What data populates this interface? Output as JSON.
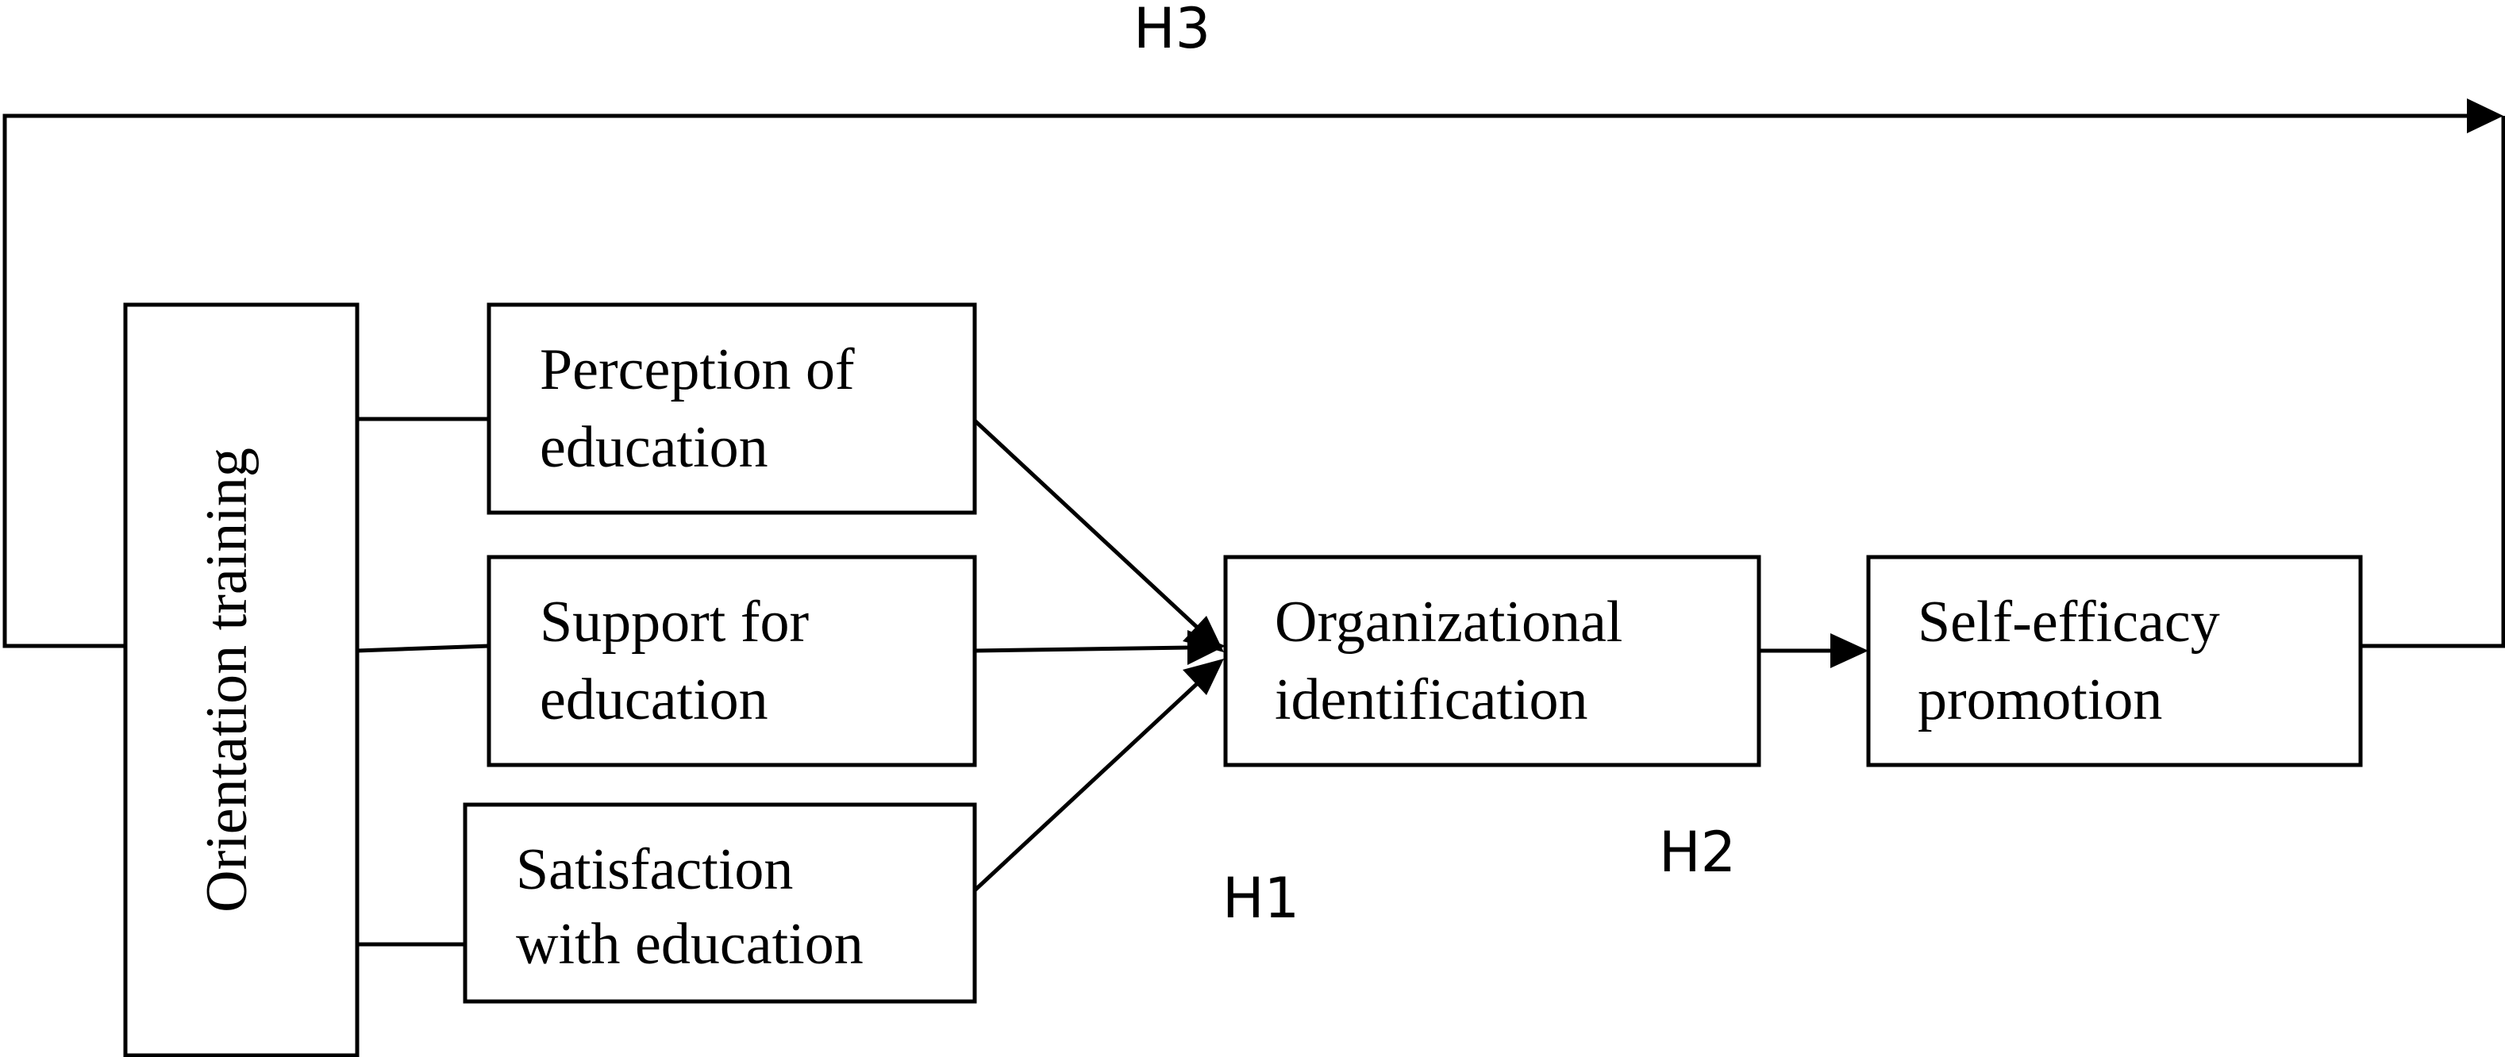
{
  "diagram": {
    "nodes": {
      "orientation": {
        "label": "Orientation training"
      },
      "perception": {
        "line1": "Perception of",
        "line2": "education"
      },
      "support": {
        "line1": "Support for",
        "line2": "education"
      },
      "satisfaction": {
        "line1": "Satisfaction",
        "line2": "with education"
      },
      "identification": {
        "line1": "Organizational",
        "line2": "identification"
      },
      "selfefficacy": {
        "line1": "Self-efficacy",
        "line2": "promotion"
      }
    },
    "hypotheses": {
      "h1": "H1",
      "h2": "H2",
      "h3": "H3"
    }
  }
}
